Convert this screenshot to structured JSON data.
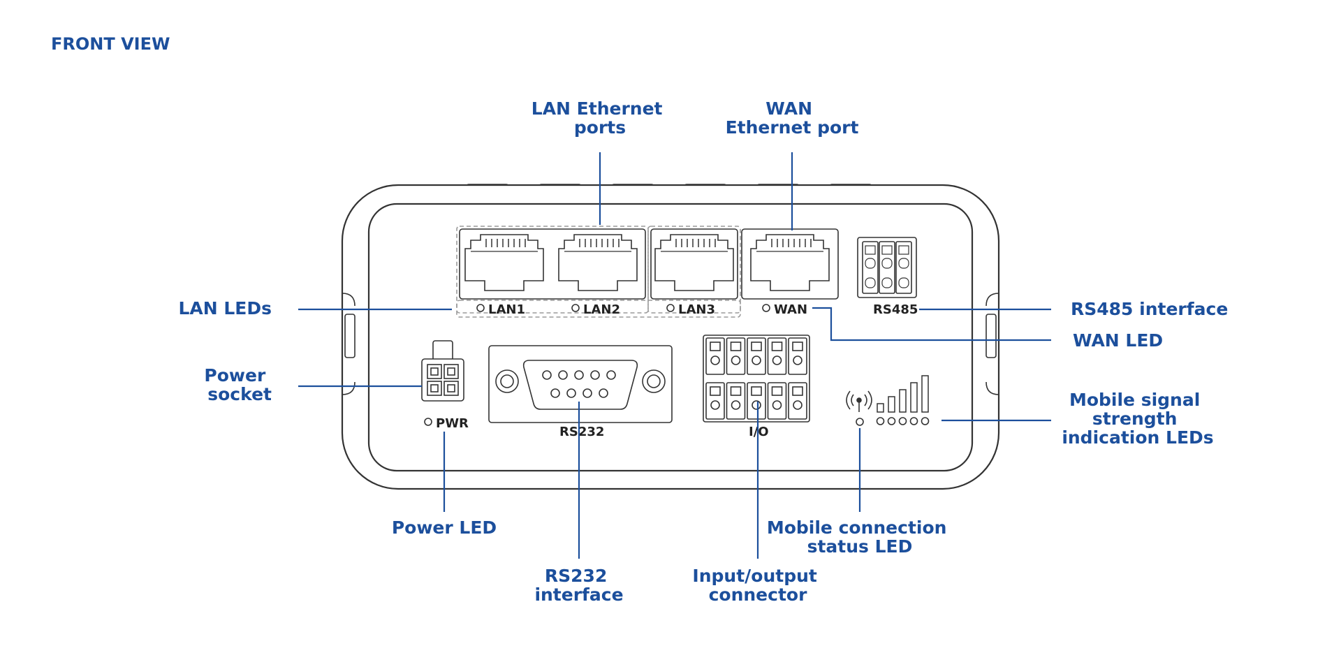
{
  "heading": "FRONT VIEW",
  "colors": {
    "accent": "#1c4f9c",
    "outline": "#333333",
    "dashed": "#9a9a9a"
  },
  "callouts": {
    "lan_ports": [
      "LAN Ethernet",
      "ports"
    ],
    "wan_port": [
      "WAN",
      "Ethernet port"
    ],
    "lan_leds": "LAN LEDs",
    "power_socket": [
      "Power",
      "socket"
    ],
    "rs485": "RS485 interface",
    "wan_led": "WAN LED",
    "mobile_signal": [
      "Mobile signal",
      "strength",
      "indication LEDs"
    ],
    "power_led": "Power LED",
    "mobile_status": [
      "Mobile connection",
      "status LED"
    ],
    "rs232": [
      "RS232",
      "interface"
    ],
    "io": [
      "Input/output",
      "connector"
    ]
  },
  "device_labels": {
    "lan1": "LAN1",
    "lan2": "LAN2",
    "lan3": "LAN3",
    "wan": "WAN",
    "rs485": "RS485",
    "pwr": "PWR",
    "rs232": "RS232",
    "io": "I/O"
  },
  "icons": {
    "antenna": "antenna-icon",
    "signal_bars": "signal-bars-icon",
    "led": "led-indicator-icon",
    "rj45": "rj45-port-icon",
    "db9": "db9-connector-icon",
    "terminal_block": "terminal-block-icon"
  },
  "signal_bar_count": 5
}
